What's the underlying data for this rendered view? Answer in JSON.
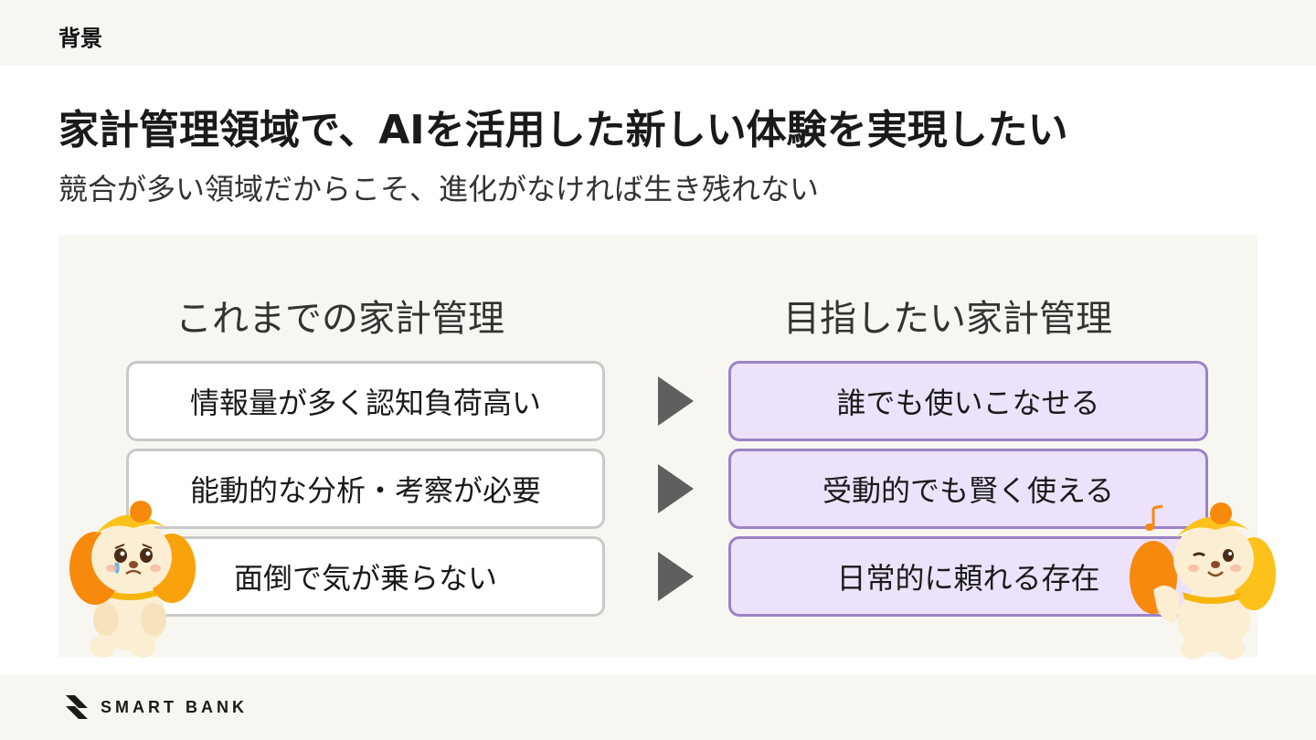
{
  "header": {
    "section_label": "背景"
  },
  "title": "家計管理領域で、AIを活用した新しい体験を実現したい",
  "subtitle": "競合が多い領域だからこそ、進化がなければ生き残れない",
  "comparison": {
    "left_heading": "これまでの家計管理",
    "right_heading": "目指したい家計管理",
    "rows": [
      {
        "before": "情報量が多く認知負荷高い",
        "after": "誰でも使いこなせる"
      },
      {
        "before": "能動的な分析・考察が必要",
        "after": "受動的でも賢く使える"
      },
      {
        "before": "面倒で気が乗らない",
        "after": "日常的に頼れる存在"
      }
    ],
    "colors": {
      "before_border": "#c9c9c9",
      "after_fill": "#ece2fb",
      "after_border": "#9b83c6",
      "arrow": "#5f5f5f"
    }
  },
  "footer": {
    "logo_text": "SMART BANK"
  }
}
